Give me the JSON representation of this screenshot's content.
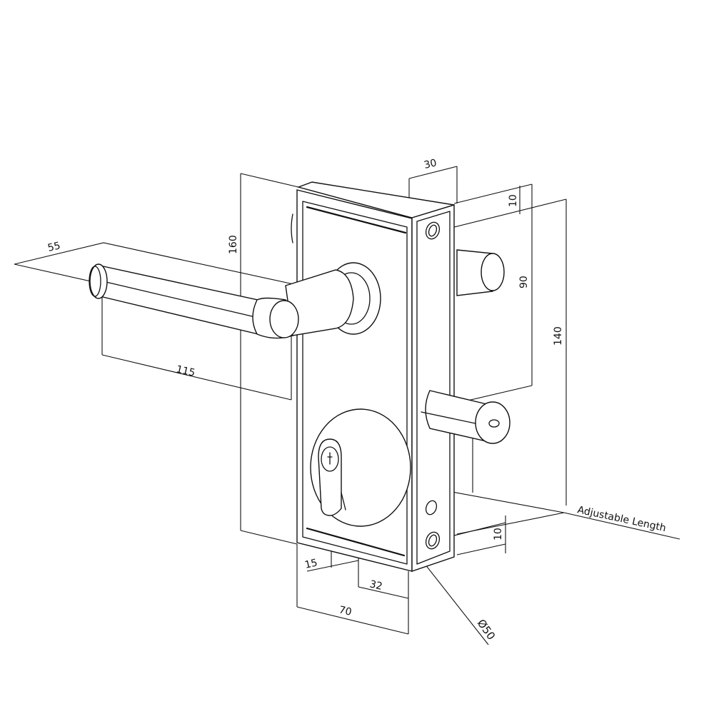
{
  "drawing": {
    "subject": "gate lock with lever handle and euro cylinder",
    "line_color": "#111111",
    "background": "#ffffff",
    "dimensions": {
      "handle_rose_offset": "55",
      "handle_length": "115",
      "body_height": "160",
      "body_depth": "30",
      "top_screw_offset": "10",
      "handle_to_bolt": "90",
      "screw_spacing": "140",
      "bottom_screw_offset": "10",
      "adjustable_length": "Adjustable Length",
      "backset_cylinder": "15",
      "cylinder_to_edge": "32",
      "body_width": "70",
      "rose_diameter": "Ø50"
    }
  }
}
